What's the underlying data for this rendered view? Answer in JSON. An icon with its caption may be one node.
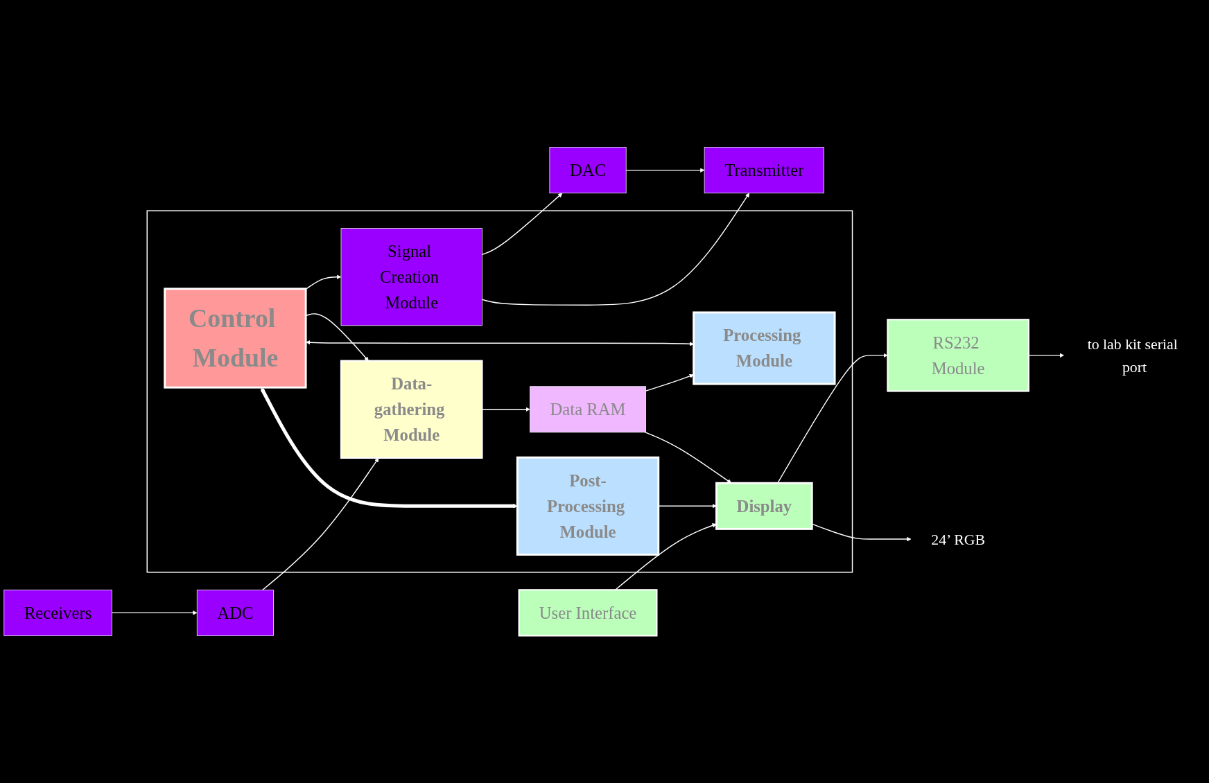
{
  "diagram": {
    "nodes": [
      {
        "text": [],
        "shape": "box"
      },
      {
        "text": [
          "Transmitter"
        ]
      },
      {
        "text": [
          "DAC"
        ]
      },
      {
        "text": [
          "Signal Creation Module"
        ],
        "in": 0
      },
      {
        "text": [
          "Control Module"
        ],
        "in": 0
      },
      {
        "text": [
          "Receivers"
        ]
      },
      {
        "text": [
          "ADC"
        ]
      },
      {
        "text": [
          "Data-gathering Module"
        ],
        "in": 0
      },
      {
        "text": [
          "Data RAM"
        ],
        "in": 0
      },
      {
        "text": [
          "Processing Module"
        ],
        "in": 0
      },
      {
        "text": [
          "Post-Processing Module"
        ],
        "in": 0
      },
      {
        "text": [
          "Display"
        ],
        "in": 0
      },
      {
        "text": [
          "RS232 Module"
        ]
      },
      {
        "text": [
          "24’ RGB"
        ]
      },
      {
        "text": [
          "User Interface"
        ]
      },
      {
        "text": [
          "to lab kit serial port"
        ]
      }
    ],
    "edges": [
      {
        "from": 3,
        "to": 2,
        "arrow": "to"
      },
      {
        "from": 2,
        "to": 1,
        "arrow": "to"
      },
      {
        "from": 3,
        "to": 1,
        "arrow": "to"
      },
      {
        "from": 4,
        "to": 3,
        "arrow": "to"
      },
      {
        "from": 5,
        "to": 6,
        "arrow": "to"
      },
      {
        "from": 6,
        "to": 7,
        "arrow": "to"
      },
      {
        "from": 4,
        "to": 7,
        "arrow": "to"
      },
      {
        "from": 7,
        "to": 8,
        "arrow": "to"
      },
      {
        "from": 4,
        "to": 9,
        "arrow": "both"
      },
      {
        "from": 4,
        "to": 10,
        "arrow": "both",
        "style": "thick"
      },
      {
        "from": 8,
        "to": 9,
        "arrow": "to"
      },
      {
        "from": 10,
        "to": 11,
        "arrow": "to"
      },
      {
        "from": 8,
        "to": 11,
        "arrow": "to"
      },
      {
        "from": 14,
        "to": 11,
        "arrow": "to"
      },
      {
        "from": 11,
        "to": 12,
        "arrow": "to"
      },
      {
        "from": 11,
        "to": 13,
        "arrow": "to"
      },
      {
        "from": 12,
        "to": 15,
        "arrow": "to"
      }
    ]
  }
}
